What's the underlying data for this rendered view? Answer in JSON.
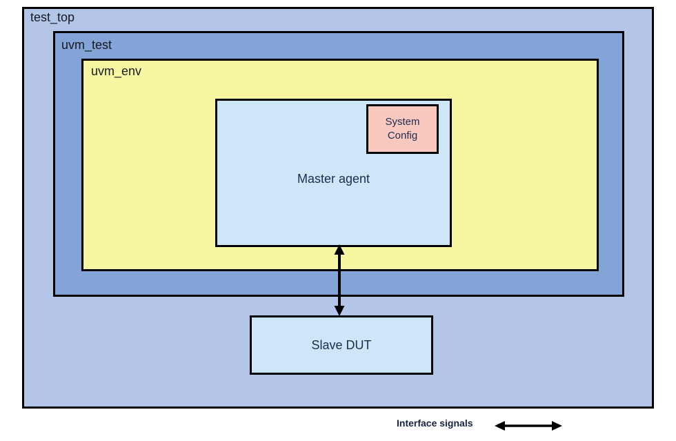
{
  "colors": {
    "background": "#ffffff",
    "border": "#000000",
    "arrow": "#000000",
    "test_top_fill": "#b3c6e7",
    "uvm_test_fill": "#84a3d6",
    "uvm_env_fill": "#f7f7a1",
    "master_agent_fill": "#cde7f8",
    "system_config_fill": "#f9c8bf",
    "slave_dut_fill": "#cde7f8",
    "container_label_text": "#16191f",
    "box_label_text": "#1c2b50"
  },
  "diagram": {
    "test_top": {
      "label": "test_top"
    },
    "uvm_test": {
      "label": "uvm_test"
    },
    "uvm_env": {
      "label": "uvm_env"
    },
    "master_agent": {
      "label": "Master agent"
    },
    "system_config": {
      "label": "System Config"
    },
    "slave_dut": {
      "label": "Slave DUT"
    },
    "legend": {
      "label": "Interface signals"
    }
  }
}
